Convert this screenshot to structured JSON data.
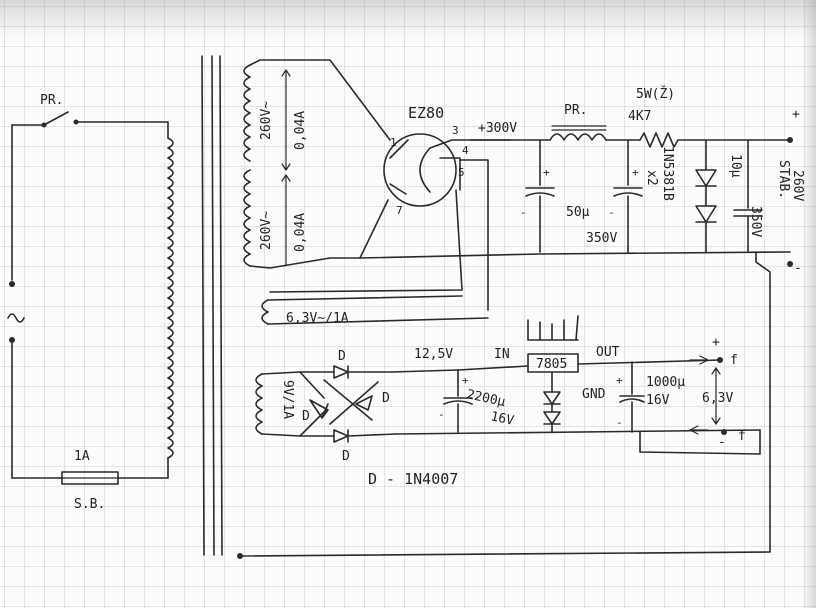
{
  "labels": {
    "switch": "PR.",
    "fuse_rating": "1A",
    "fuse_name": "S.B.",
    "tube": "EZ80",
    "pin1": "1",
    "pin3": "3",
    "pin4": "4",
    "pin5": "5",
    "pin7": "7",
    "hv_voltage": "+300V",
    "choke": "PR.",
    "power": "5W(Ž)",
    "resistor": "4K7",
    "sec1_v": "260V~",
    "sec1_a": "0,04A",
    "sec2_v": "260V~",
    "sec2_a": "0,04A",
    "cap1_v": "350V",
    "cap1_c": "50μ",
    "zener": "1N5381B",
    "zener_qty": "x2",
    "cap3_c": "10μ",
    "cap3_v": "350V",
    "stab": "STAB.",
    "stab_v": "260V",
    "heater": "6,3V~/1A",
    "lv_voltage": "12,5V",
    "in": "IN",
    "out": "OUT",
    "regulator": "7805",
    "gnd": "GND",
    "sec3": "9V/1A",
    "cap4_c": "2200μ",
    "cap4_v": "16V",
    "cap5_c": "1000μ",
    "cap5_v": "16V",
    "out_v": "6,3V",
    "out_f": "f",
    "diode": "D",
    "diode_type": "D - 1N4007",
    "plus": "+",
    "minus": "-",
    "ac": "~"
  }
}
